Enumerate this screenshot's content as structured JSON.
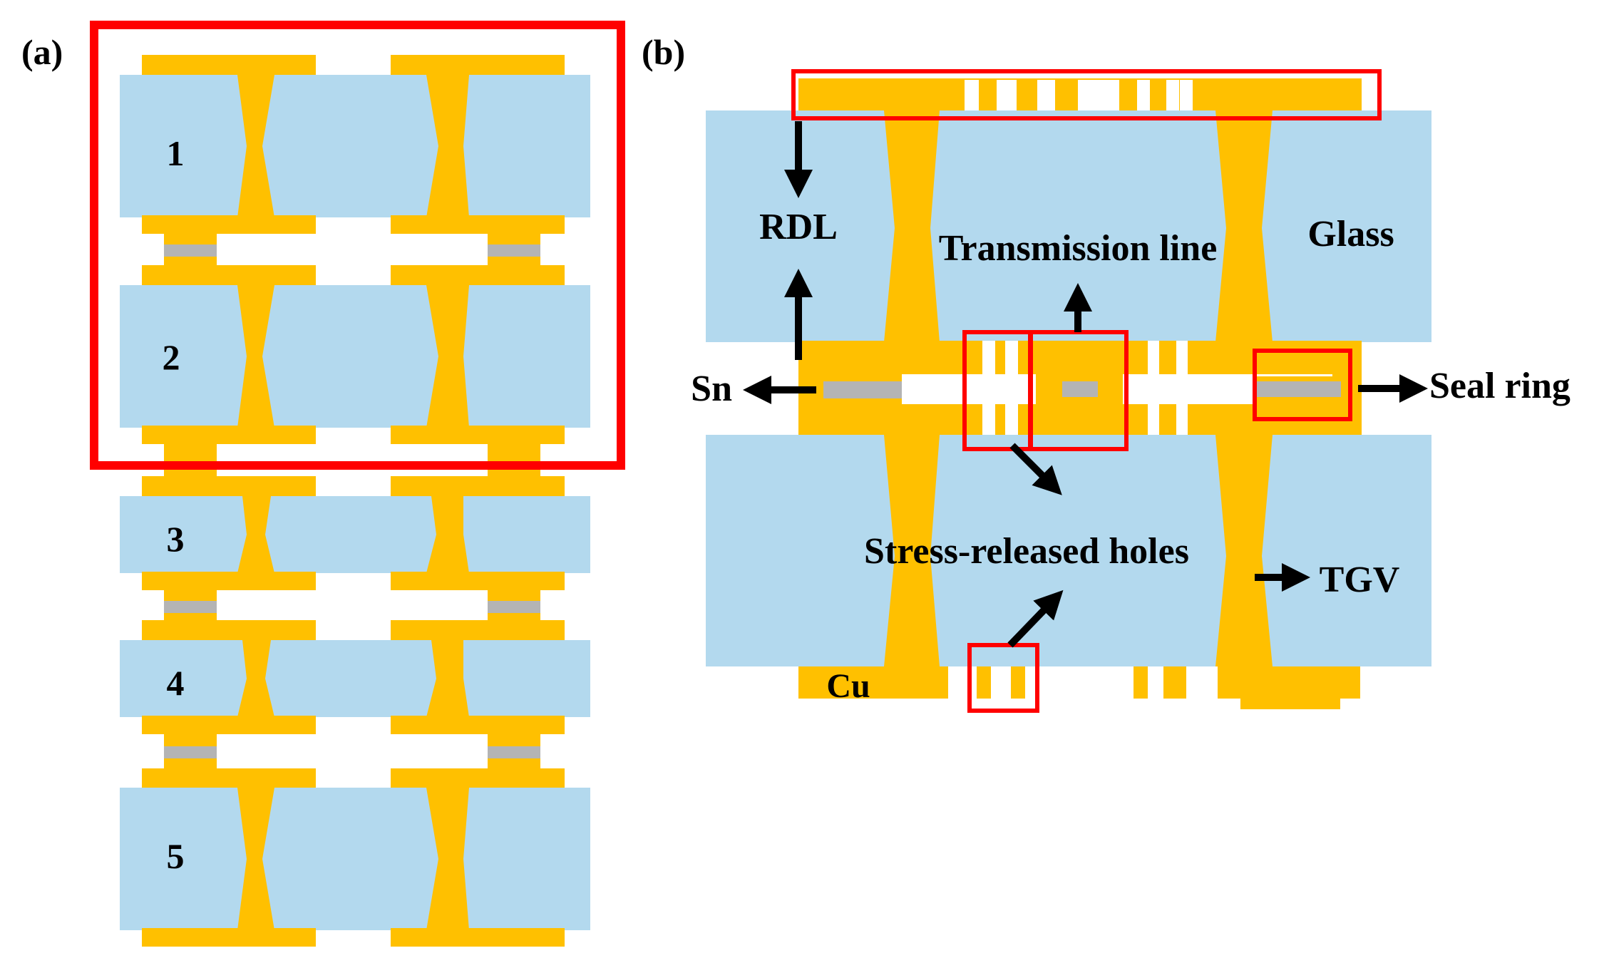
{
  "panel_a": {
    "label": "(a)",
    "layers": [
      "1",
      "2",
      "3",
      "4",
      "5"
    ]
  },
  "panel_b": {
    "label": "(b)",
    "annotations": {
      "rdl": "RDL",
      "transmission_line": "Transmission line",
      "glass": "Glass",
      "sn": "Sn",
      "seal_ring": "Seal ring",
      "stress_released_holes": "Stress-released holes",
      "tgv": "TGV",
      "cu": "Cu"
    }
  },
  "colors": {
    "glass": "#b3d9ee",
    "copper": "#ffc000",
    "solder": "#b4b4b4",
    "highlight": "#ff0000",
    "arrow": "#000000"
  }
}
